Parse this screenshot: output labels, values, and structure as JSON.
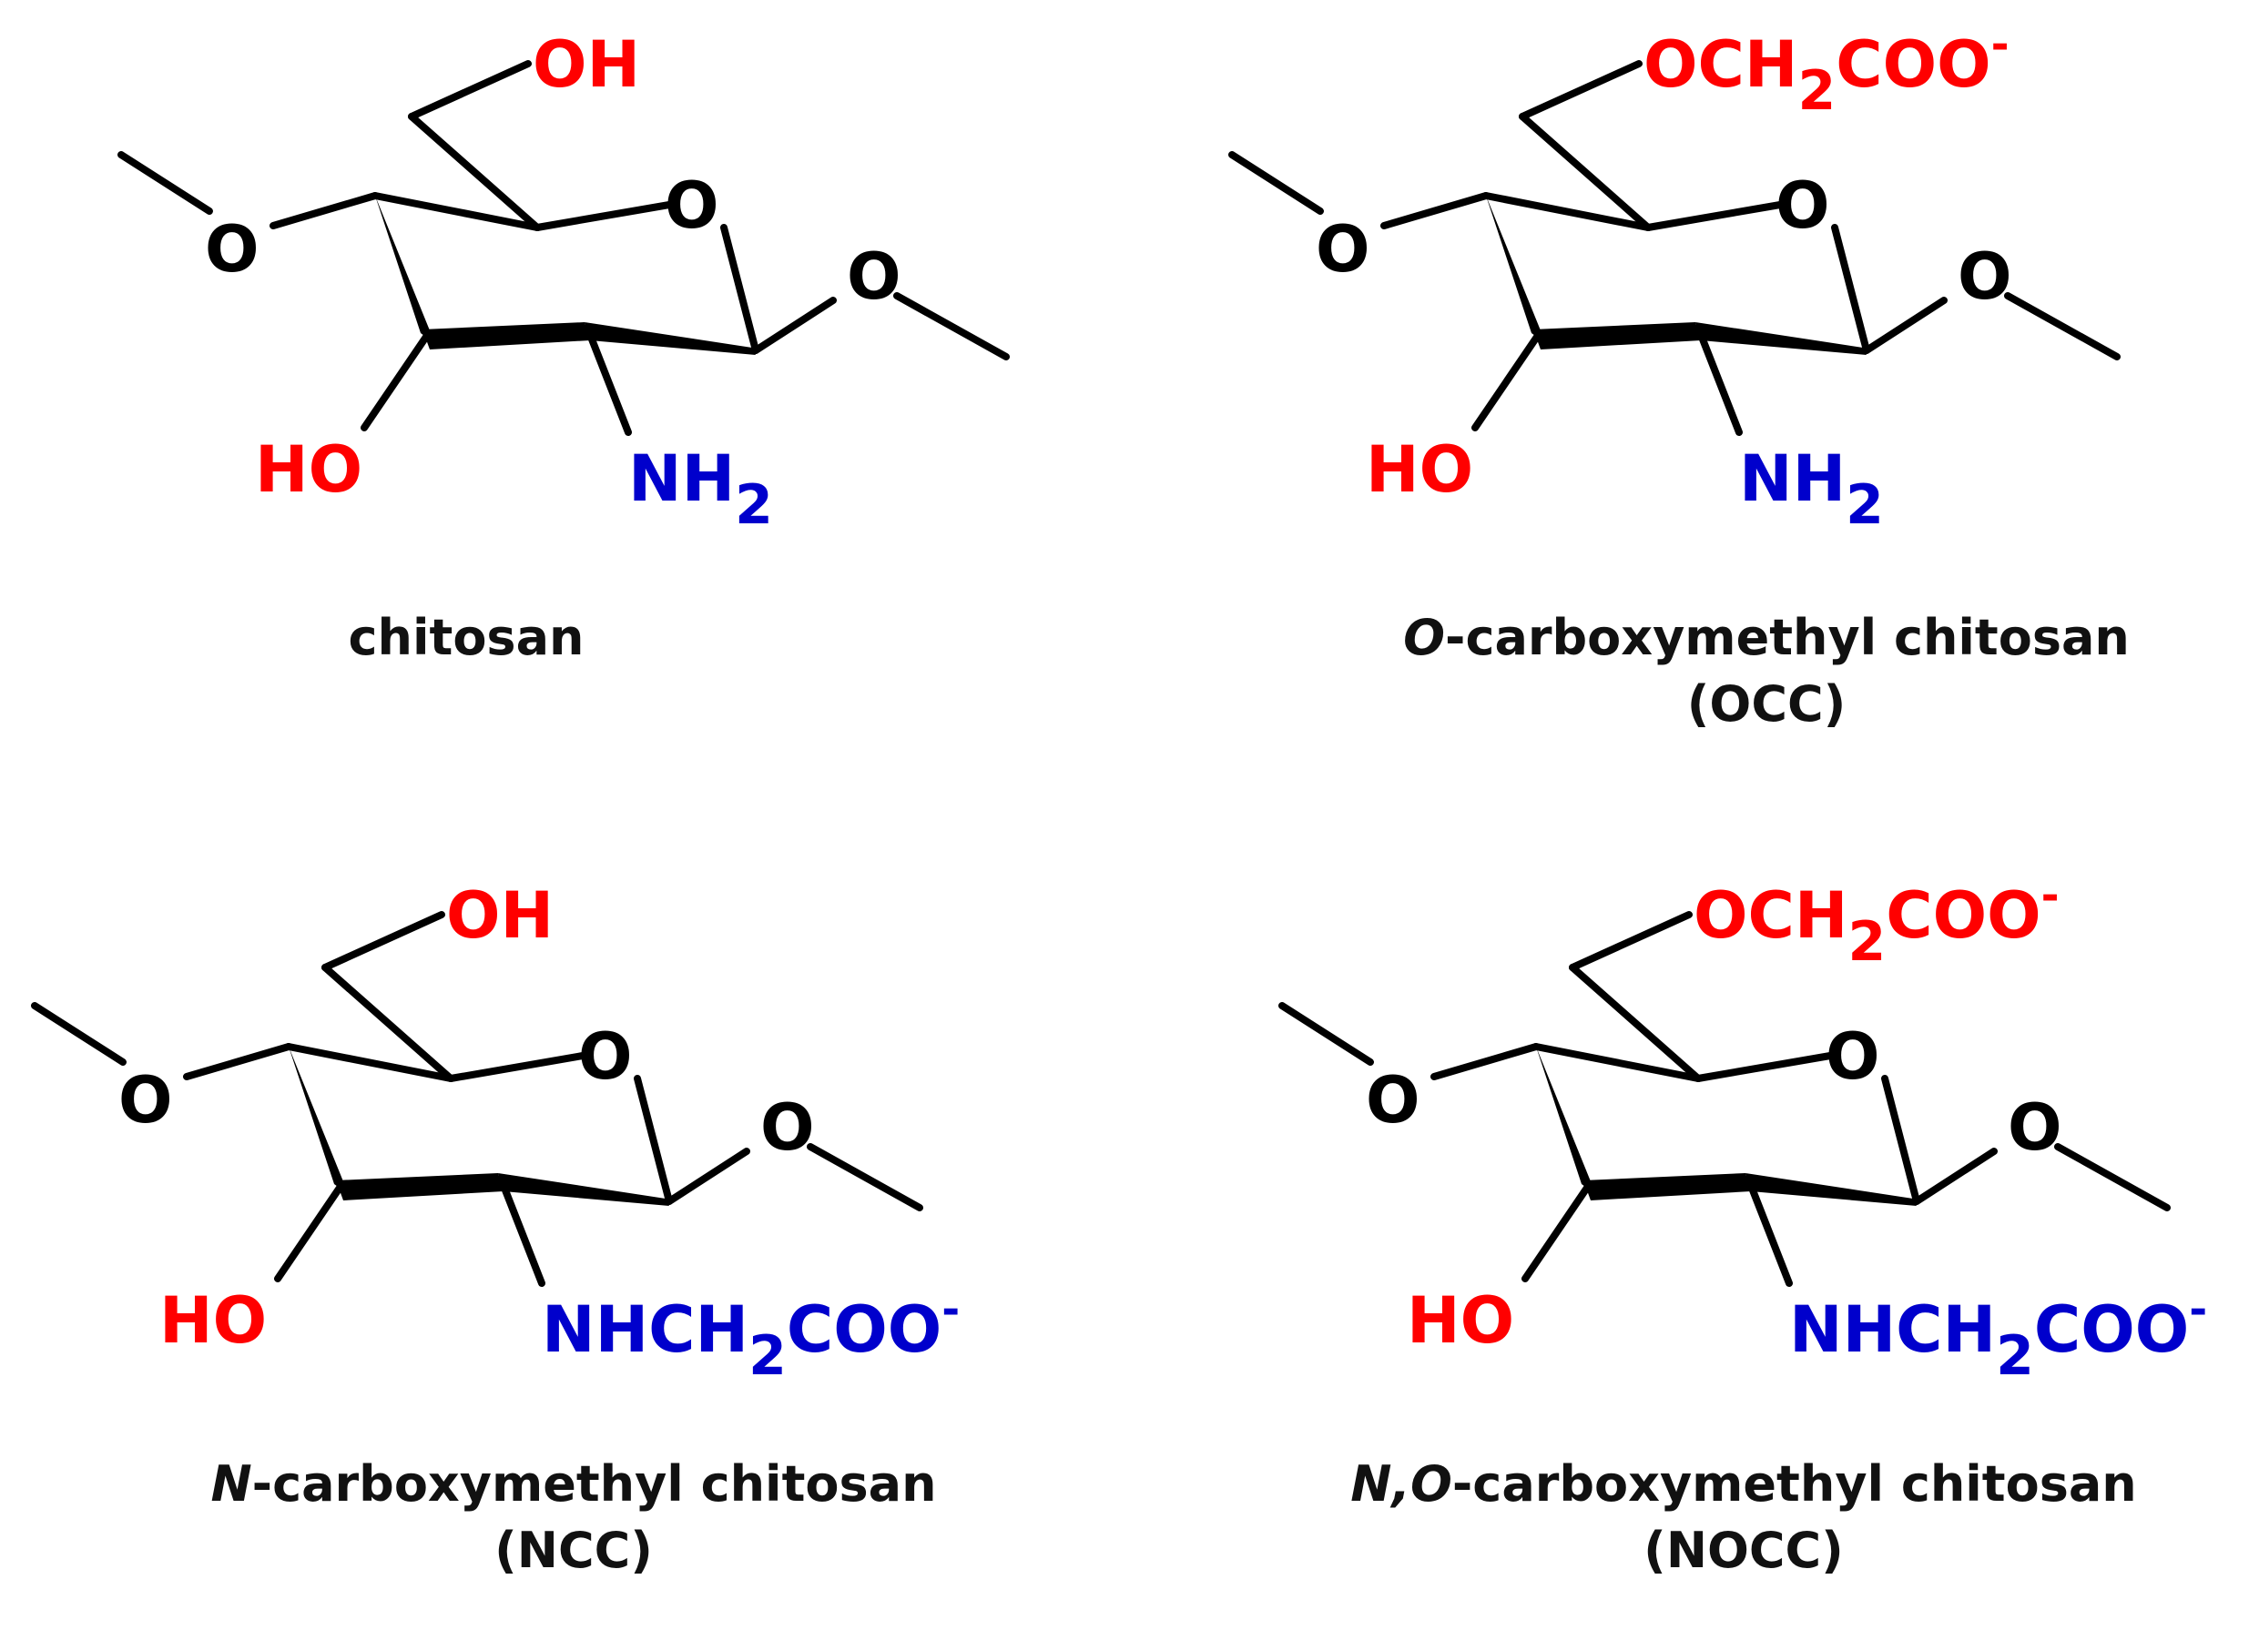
{
  "molecules": [
    {
      "id": "chitosan",
      "c6_group": {
        "parts": [
          "OH"
        ]
      },
      "c3_group": "HO",
      "c2_group": {
        "main": "NH",
        "sub": "2",
        "tail": ""
      },
      "caption": {
        "prefix": "",
        "name": "chitosan",
        "abbr": ""
      }
    },
    {
      "id": "occ",
      "c6_group": {
        "parts": [
          "OCH",
          "2",
          "COO",
          "-"
        ]
      },
      "c3_group": "HO",
      "c2_group": {
        "main": "NH",
        "sub": "2",
        "tail": ""
      },
      "caption": {
        "prefix": "O",
        "name": "-carboxymethyl chitosan",
        "abbr": "(OCC)"
      }
    },
    {
      "id": "ncc",
      "c6_group": {
        "parts": [
          "OH"
        ]
      },
      "c3_group": "HO",
      "c2_group": {
        "main": "NHCH",
        "sub": "2",
        "tail": "COO",
        "charge": "-"
      },
      "caption": {
        "prefix": "N",
        "name": "-carboxymethyl chitosan",
        "abbr": "(NCC)"
      }
    },
    {
      "id": "nocc",
      "c6_group": {
        "parts": [
          "OCH",
          "2",
          "COO",
          "-"
        ]
      },
      "c3_group": "HO",
      "c2_group": {
        "main": "NHCH",
        "sub": "2",
        "tail": "COO",
        "charge": "-"
      },
      "caption": {
        "prefix": "N,O",
        "name": "-carboxymethyl chitosan",
        "abbr": "(NOCC)"
      }
    }
  ],
  "ring_atoms": {
    "ring_o": "O",
    "glycosidic_o": "O"
  },
  "colors": {
    "oxygen_substituent": "#ff0000",
    "nitrogen_substituent": "#0000cc",
    "skeleton": "#000000"
  }
}
